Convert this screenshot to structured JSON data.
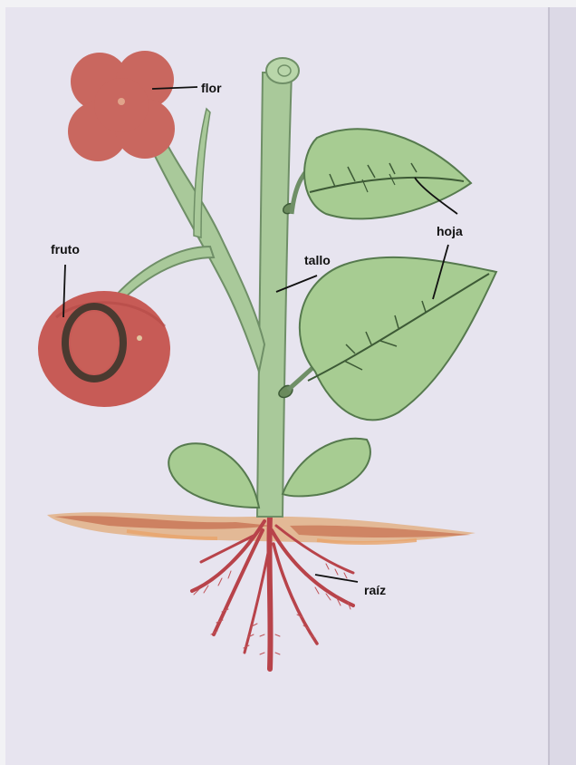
{
  "diagram": {
    "labels": {
      "flower": "flor",
      "fruit": "fruto",
      "stem": "tallo",
      "leaf": "hoja",
      "root": "raíz"
    }
  },
  "colors": {
    "paper": "#e6e3ee",
    "stem_green": "#a9c99a",
    "stem_outline": "#6f8f67",
    "leaf_green": "#a7cc92",
    "leaf_outline": "#567a4e",
    "flower_red": "#c9675f",
    "fruit_red": "#c75b56",
    "pit_brown": "#4a3a30",
    "root_red": "#b8434a",
    "soil_orange": "#d89a6e",
    "soil_brown": "#c66f4f",
    "label_ink": "#111111"
  },
  "icons": [
    "plant-illustration"
  ]
}
